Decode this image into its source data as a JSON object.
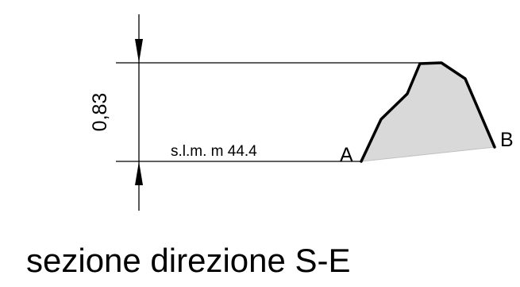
{
  "drawing": {
    "dimension_value": "0,83",
    "level_label": "s.l.m. m 44.4",
    "point_a_label": "A",
    "point_b_label": "B",
    "caption": "sezione direzione S-E",
    "fill_color": "#d9d9d9",
    "line_color": "#000000"
  }
}
